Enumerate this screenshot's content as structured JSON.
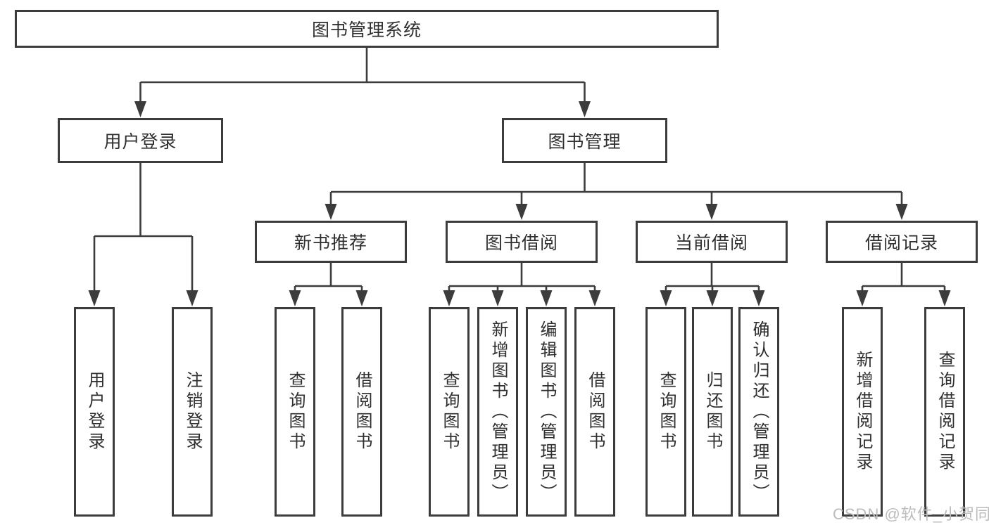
{
  "diagram_title": "图书管理系统",
  "tree": {
    "label": "图书管理系统",
    "children": [
      {
        "label": "用户登录",
        "children": [
          {
            "label": "用户登录"
          },
          {
            "label": "注销登录"
          }
        ]
      },
      {
        "label": "图书管理",
        "children": [
          {
            "label": "新书推荐",
            "children": [
              {
                "label": "查询图书"
              },
              {
                "label": "借阅图书"
              }
            ]
          },
          {
            "label": "图书借阅",
            "children": [
              {
                "label": "查询图书"
              },
              {
                "label": "新增图书（管理员）"
              },
              {
                "label": "编辑图书（管理员）"
              },
              {
                "label": "借阅图书"
              }
            ]
          },
          {
            "label": "当前借阅",
            "children": [
              {
                "label": "查询图书"
              },
              {
                "label": "归还图书"
              },
              {
                "label": "确认归还（管理员）"
              }
            ]
          },
          {
            "label": "借阅记录",
            "children": [
              {
                "label": "新增借阅记录"
              },
              {
                "label": "查询借阅记录"
              }
            ]
          }
        ]
      }
    ]
  },
  "watermark": "CSDN @软件_小贺同学",
  "colors": {
    "line": "#3c3c3c",
    "box_border": "#3c3c3c",
    "box_background": "#ffffff",
    "text": "#2f2f2f",
    "watermark": "#bcbcbc"
  }
}
